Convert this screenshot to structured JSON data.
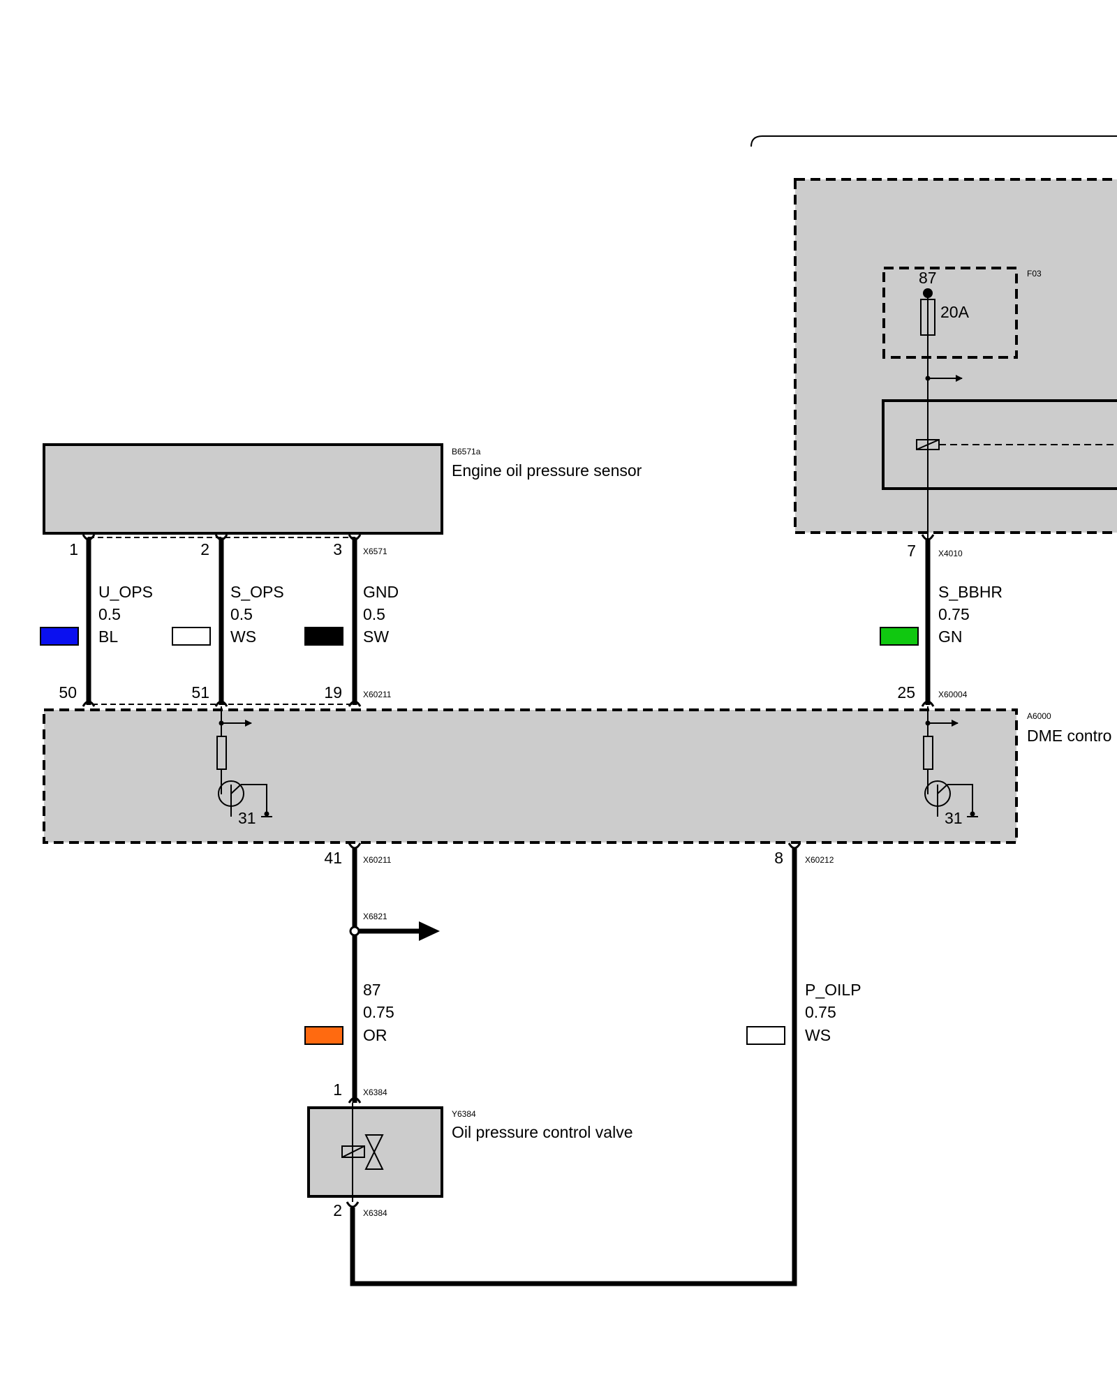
{
  "components": {
    "oil_sensor": {
      "id": "B6571a",
      "name": "Engine oil pressure sensor"
    },
    "dme": {
      "id": "A6000",
      "name": "DME contro"
    },
    "fuse": {
      "id": "F03",
      "rating": "20A",
      "terminal": "87"
    },
    "valve": {
      "id": "Y6384",
      "name": "Oil pressure control valve"
    }
  },
  "connectors": {
    "x6571": "X6571",
    "x4010": "X4010",
    "x60211_top": "X60211",
    "x60004": "X60004",
    "x60211_bottom": "X60211",
    "x60212": "X60212",
    "x6821": "X6821",
    "x6384_top": "X6384",
    "x6384_bottom": "X6384"
  },
  "pins": {
    "sensor_1": "1",
    "sensor_2": "2",
    "sensor_3": "3",
    "relay_7": "7",
    "dme_50": "50",
    "dme_51": "51",
    "dme_19": "19",
    "dme_25": "25",
    "dme_41": "41",
    "dme_8": "8",
    "valve_1": "1",
    "valve_2": "2",
    "ground_left": "31",
    "ground_right": "31"
  },
  "wires": [
    {
      "signal": "U_OPS",
      "size": "0.5",
      "color_code": "BL",
      "color": "#0a10f0"
    },
    {
      "signal": "S_OPS",
      "size": "0.5",
      "color_code": "WS",
      "color": "#ffffff"
    },
    {
      "signal": "GND",
      "size": "0.5",
      "color_code": "SW",
      "color": "#000000"
    },
    {
      "signal": "S_BBHR",
      "size": "0.75",
      "color_code": "GN",
      "color": "#10c810"
    },
    {
      "signal": "87",
      "size": "0.75",
      "color_code": "OR",
      "color": "#ff6a10"
    },
    {
      "signal": "P_OILP",
      "size": "0.75",
      "color_code": "WS",
      "color": "#ffffff"
    }
  ],
  "colors": {
    "module_fill": "#cccccc",
    "line": "#000000"
  }
}
